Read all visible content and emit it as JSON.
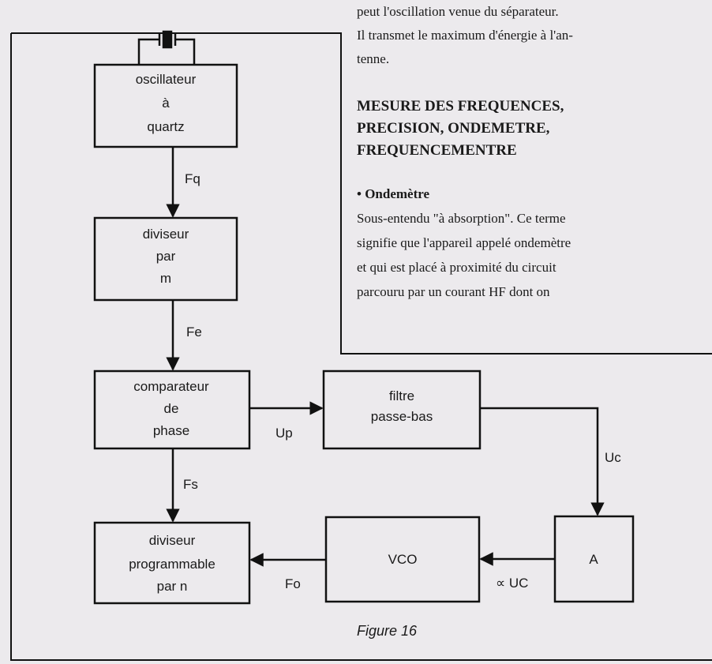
{
  "article": {
    "intro_lines": [
      "peut l'oscillation venue du séparateur.",
      "Il transmet le maximum d'énergie à l'an-",
      "tenne."
    ],
    "heading_lines": [
      "MESURE DES FREQUENCES,",
      "PRECISION, ONDEMETRE,",
      "FREQUENCEMENTRE"
    ],
    "subheading": "• Ondemètre",
    "body_lines": [
      "Sous-entendu \"à absorption\". Ce terme",
      "signifie que l'appareil appelé ondemètre",
      "et  qui est placé à proximité du circuit",
      "parcouru par un courant HF dont on"
    ]
  },
  "diagram": {
    "blocks": {
      "oscillator": [
        "oscillateur",
        "à",
        "quartz"
      ],
      "divider_m": [
        "diviseur",
        "par",
        "m"
      ],
      "comparator": [
        "comparateur",
        "de",
        "phase"
      ],
      "lowpass": [
        "filtre",
        "passe-bas"
      ],
      "amplifier": [
        "A"
      ],
      "vco": [
        "VCO"
      ],
      "divider_n": [
        "diviseur",
        "programmable",
        "par n"
      ]
    },
    "signals": {
      "fq": "Fq",
      "fe": "Fe",
      "up": "Up",
      "uc": "Uc",
      "fs": "Fs",
      "fo": "Fo",
      "alpha_uc": "∝ UC"
    },
    "caption": "Figure 16"
  }
}
